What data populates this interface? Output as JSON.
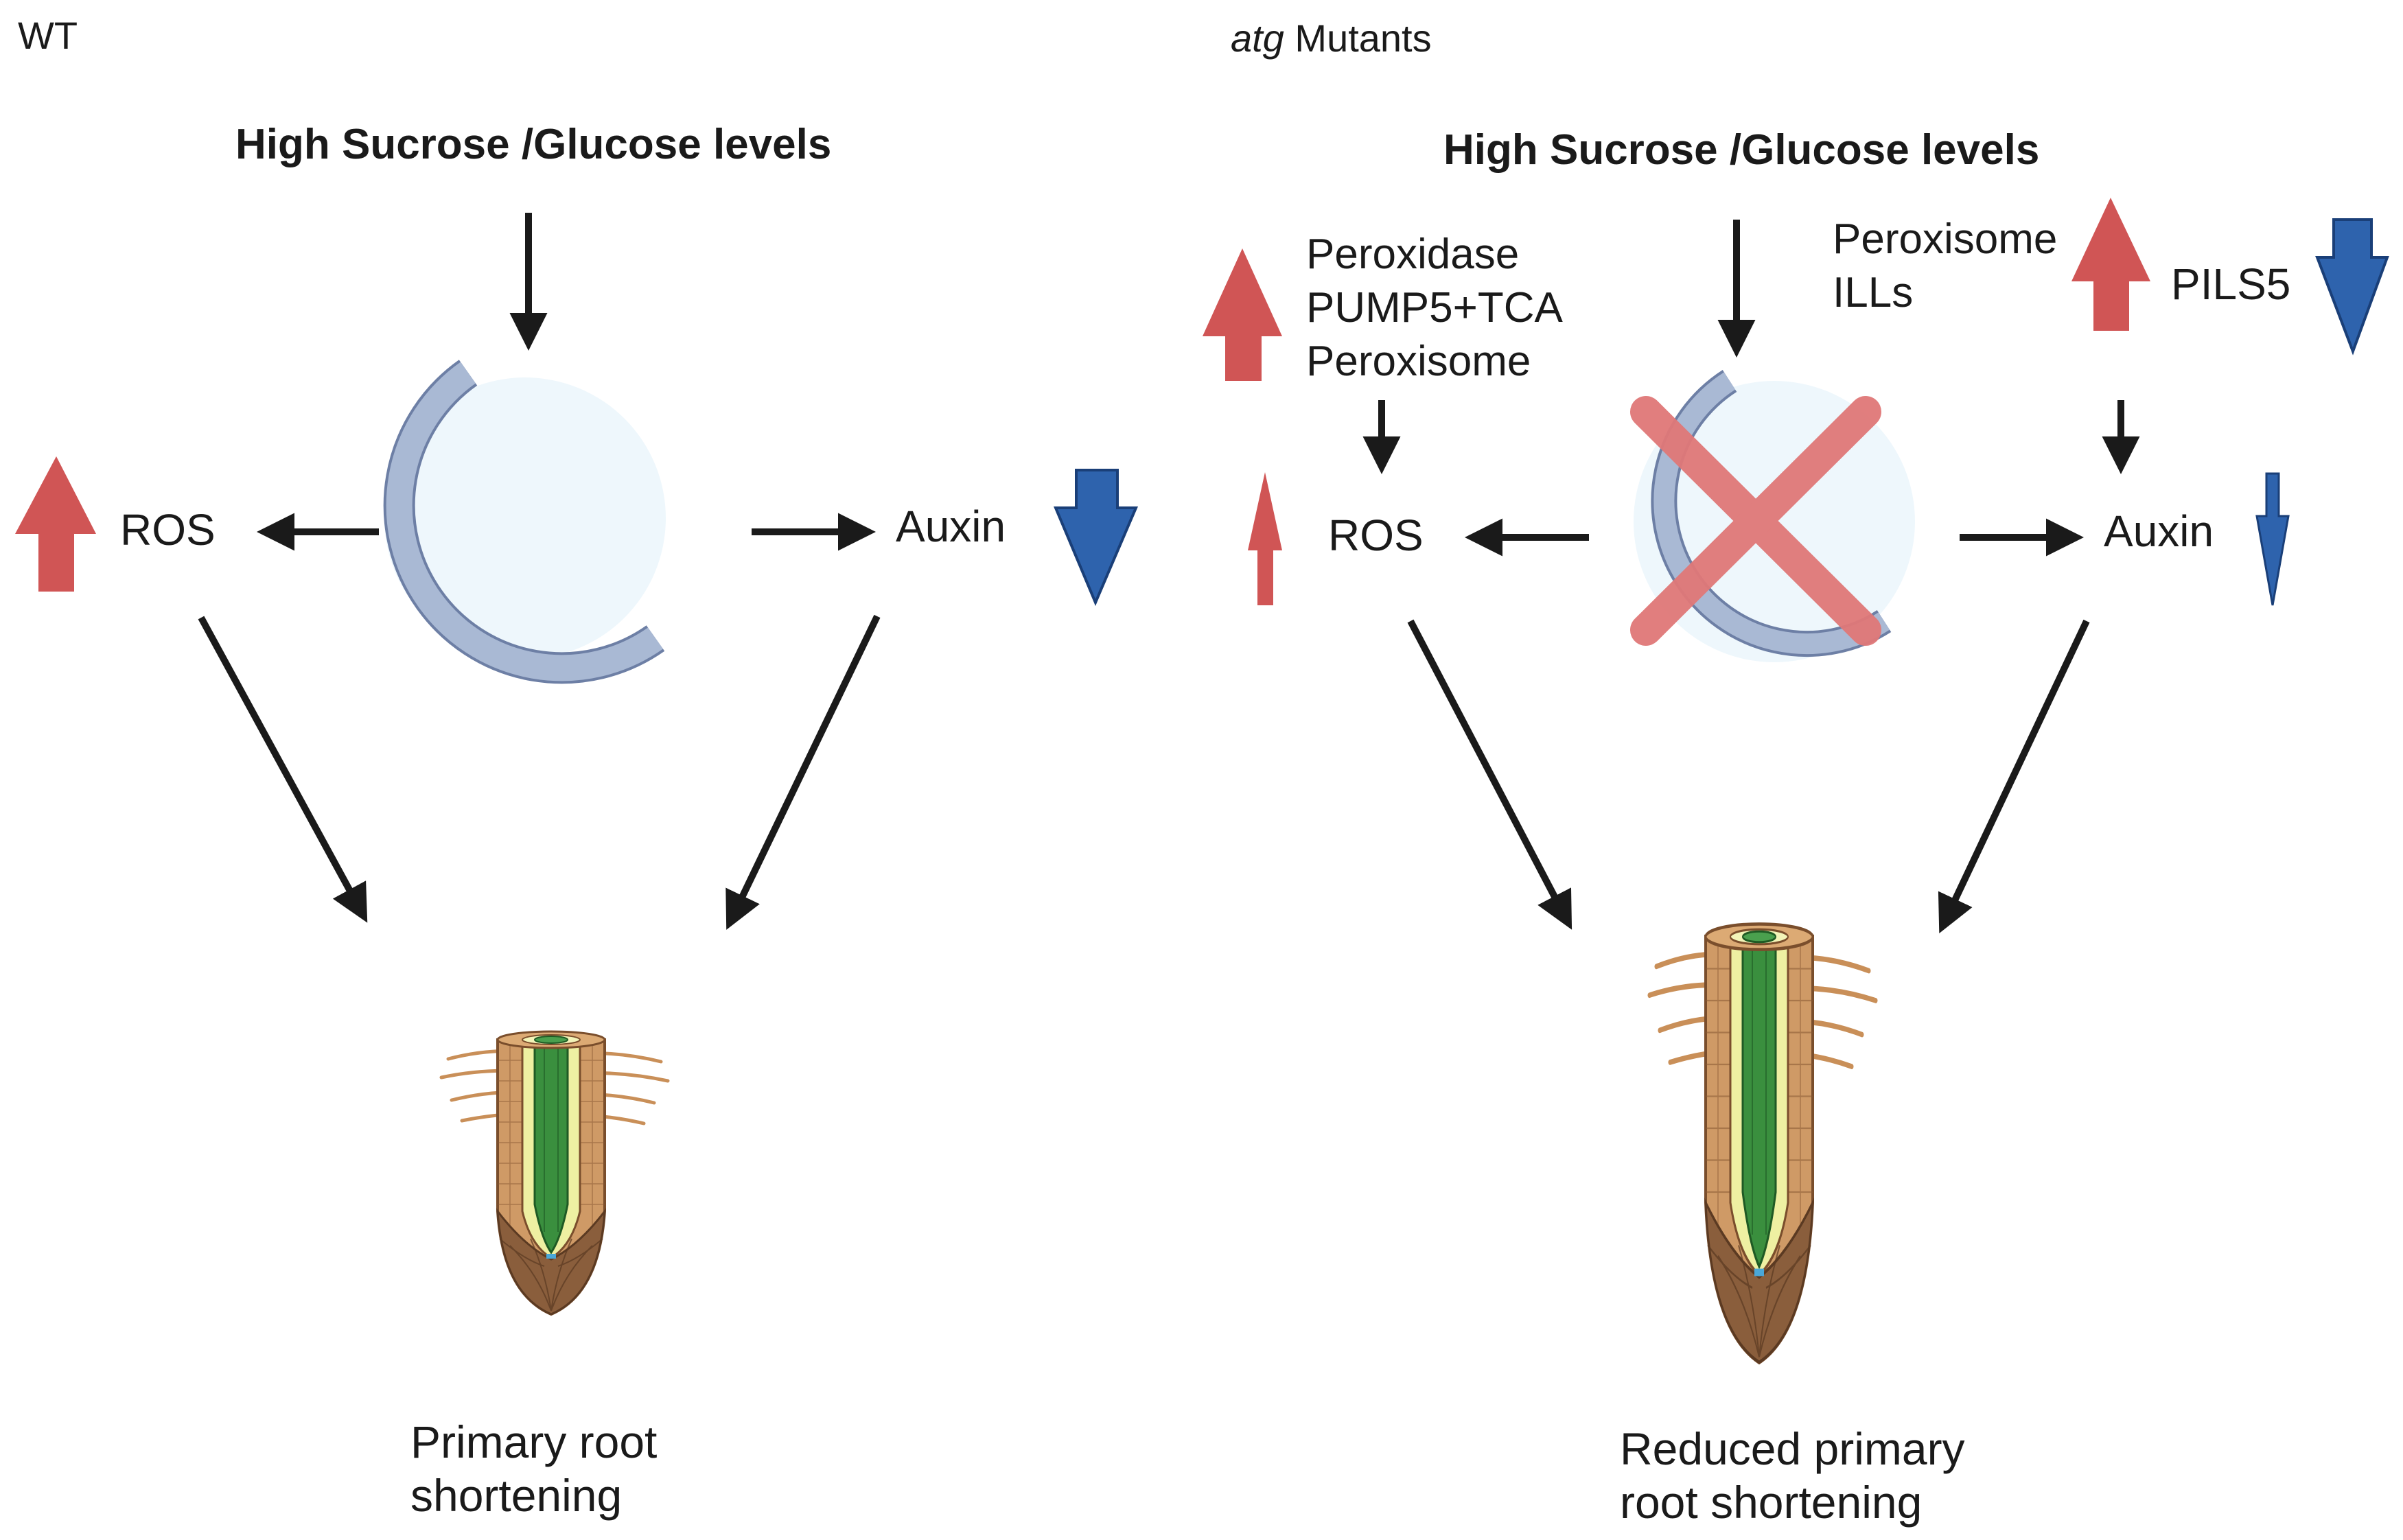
{
  "colors": {
    "up_arrow": "#d05555",
    "down_arrow": "#2e63ad",
    "cross": "#e07878",
    "flow_arrow": "#1a1a1a",
    "membrane": "#a9b9d4",
    "vesicle_fill": "#eef7fc"
  },
  "icons": [
    "up-arrow-icon",
    "down-arrow-icon",
    "autophagosome-icon",
    "cross-icon",
    "root-tip-icon"
  ],
  "wt": {
    "panel_label": "WT",
    "heading": "High Sucrose /Glucose levels",
    "ros": "ROS",
    "auxin": "Auxin",
    "outcome": "Primary root\nshortening"
  },
  "mutant": {
    "panel_label_italic": "atg",
    "panel_label_rest": " Mutants",
    "heading": "High Sucrose /Glucose levels",
    "ros_inputs": "Peroxidase\nPUMP5+TCA\nPeroxisome",
    "auxin_inputs": "Peroxisome\nILLs",
    "pils5": "PILS5",
    "ros": "ROS",
    "auxin": "Auxin",
    "outcome": "Reduced primary\nroot shortening"
  }
}
